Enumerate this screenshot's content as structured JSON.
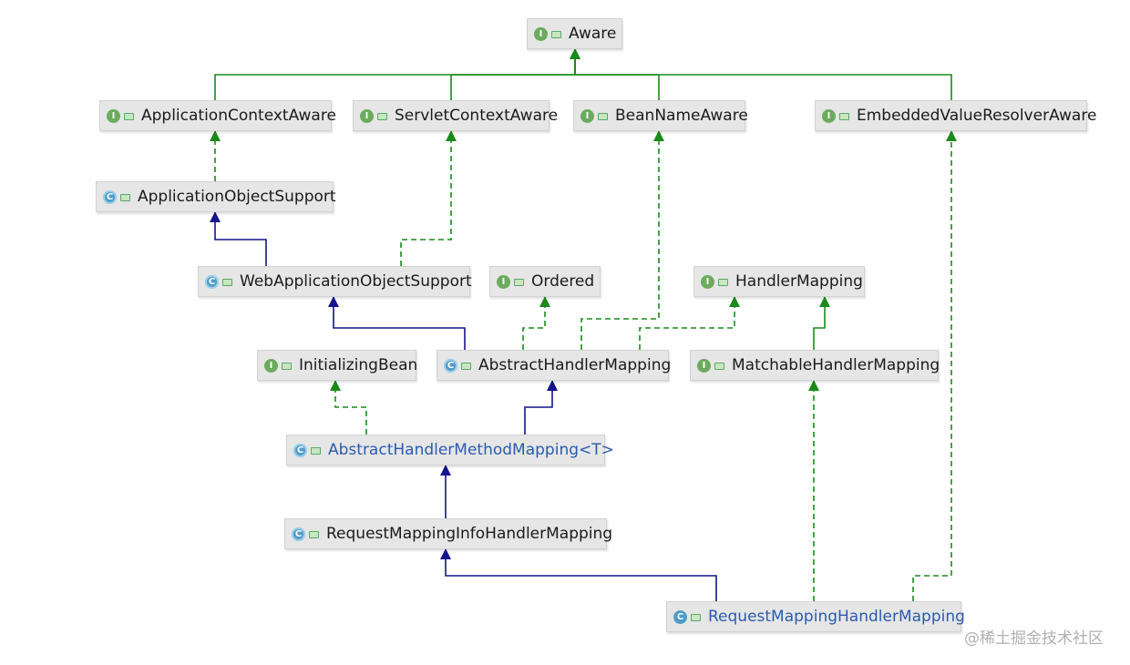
{
  "diagram": {
    "nodes": [
      {
        "id": "aware",
        "label": "Aware",
        "kind": "interface"
      },
      {
        "id": "application-context-aware",
        "label": "ApplicationContextAware",
        "kind": "interface"
      },
      {
        "id": "servlet-context-aware",
        "label": "ServletContextAware",
        "kind": "interface"
      },
      {
        "id": "bean-name-aware",
        "label": "BeanNameAware",
        "kind": "interface"
      },
      {
        "id": "embedded-value-resolver-aware",
        "label": "EmbeddedValueResolverAware",
        "kind": "interface"
      },
      {
        "id": "application-object-support",
        "label": "ApplicationObjectSupport",
        "kind": "abstract"
      },
      {
        "id": "web-application-object-support",
        "label": "WebApplicationObjectSupport",
        "kind": "abstract"
      },
      {
        "id": "ordered",
        "label": "Ordered",
        "kind": "interface"
      },
      {
        "id": "handler-mapping",
        "label": "HandlerMapping",
        "kind": "interface"
      },
      {
        "id": "initializing-bean",
        "label": "InitializingBean",
        "kind": "interface"
      },
      {
        "id": "abstract-handler-mapping",
        "label": "AbstractHandlerMapping",
        "kind": "abstract"
      },
      {
        "id": "matchable-handler-mapping",
        "label": "MatchableHandlerMapping",
        "kind": "interface"
      },
      {
        "id": "abstract-handler-method-mapping",
        "label": "AbstractHandlerMethodMapping<T>",
        "kind": "abstract",
        "highlight": true
      },
      {
        "id": "request-mapping-info-handler-mapping",
        "label": "RequestMappingInfoHandlerMapping",
        "kind": "abstract"
      },
      {
        "id": "request-mapping-handler-mapping",
        "label": "RequestMappingHandlerMapping",
        "kind": "class",
        "highlight": true
      }
    ],
    "edges": [
      {
        "from": "application-context-aware",
        "to": "aware",
        "type": "extends-interface"
      },
      {
        "from": "servlet-context-aware",
        "to": "aware",
        "type": "extends-interface"
      },
      {
        "from": "bean-name-aware",
        "to": "aware",
        "type": "extends-interface"
      },
      {
        "from": "embedded-value-resolver-aware",
        "to": "aware",
        "type": "extends-interface"
      },
      {
        "from": "application-object-support",
        "to": "application-context-aware",
        "type": "implements"
      },
      {
        "from": "web-application-object-support",
        "to": "application-object-support",
        "type": "extends-class"
      },
      {
        "from": "web-application-object-support",
        "to": "servlet-context-aware",
        "type": "implements"
      },
      {
        "from": "abstract-handler-mapping",
        "to": "web-application-object-support",
        "type": "extends-class"
      },
      {
        "from": "abstract-handler-mapping",
        "to": "ordered",
        "type": "implements"
      },
      {
        "from": "abstract-handler-mapping",
        "to": "bean-name-aware",
        "type": "implements"
      },
      {
        "from": "abstract-handler-mapping",
        "to": "handler-mapping",
        "type": "implements"
      },
      {
        "from": "matchable-handler-mapping",
        "to": "handler-mapping",
        "type": "extends-interface"
      },
      {
        "from": "abstract-handler-method-mapping",
        "to": "initializing-bean",
        "type": "implements"
      },
      {
        "from": "abstract-handler-method-mapping",
        "to": "abstract-handler-mapping",
        "type": "extends-class"
      },
      {
        "from": "request-mapping-info-handler-mapping",
        "to": "abstract-handler-method-mapping",
        "type": "extends-class"
      },
      {
        "from": "request-mapping-handler-mapping",
        "to": "request-mapping-info-handler-mapping",
        "type": "extends-class"
      },
      {
        "from": "request-mapping-handler-mapping",
        "to": "matchable-handler-mapping",
        "type": "implements"
      },
      {
        "from": "request-mapping-handler-mapping",
        "to": "embedded-value-resolver-aware",
        "type": "implements"
      }
    ],
    "colors": {
      "interface_edge": "#1a8a1a",
      "class_edge": "#14148c",
      "node_background": "#e6e6e6",
      "interface_badge": "#6cab5e",
      "class_badge": "#4f9dc7",
      "highlight_text": "#2a5bb0"
    },
    "badge_letters": {
      "interface": "I",
      "abstract": "C",
      "class": "C"
    }
  },
  "watermark": "@稀土掘金技术社区"
}
